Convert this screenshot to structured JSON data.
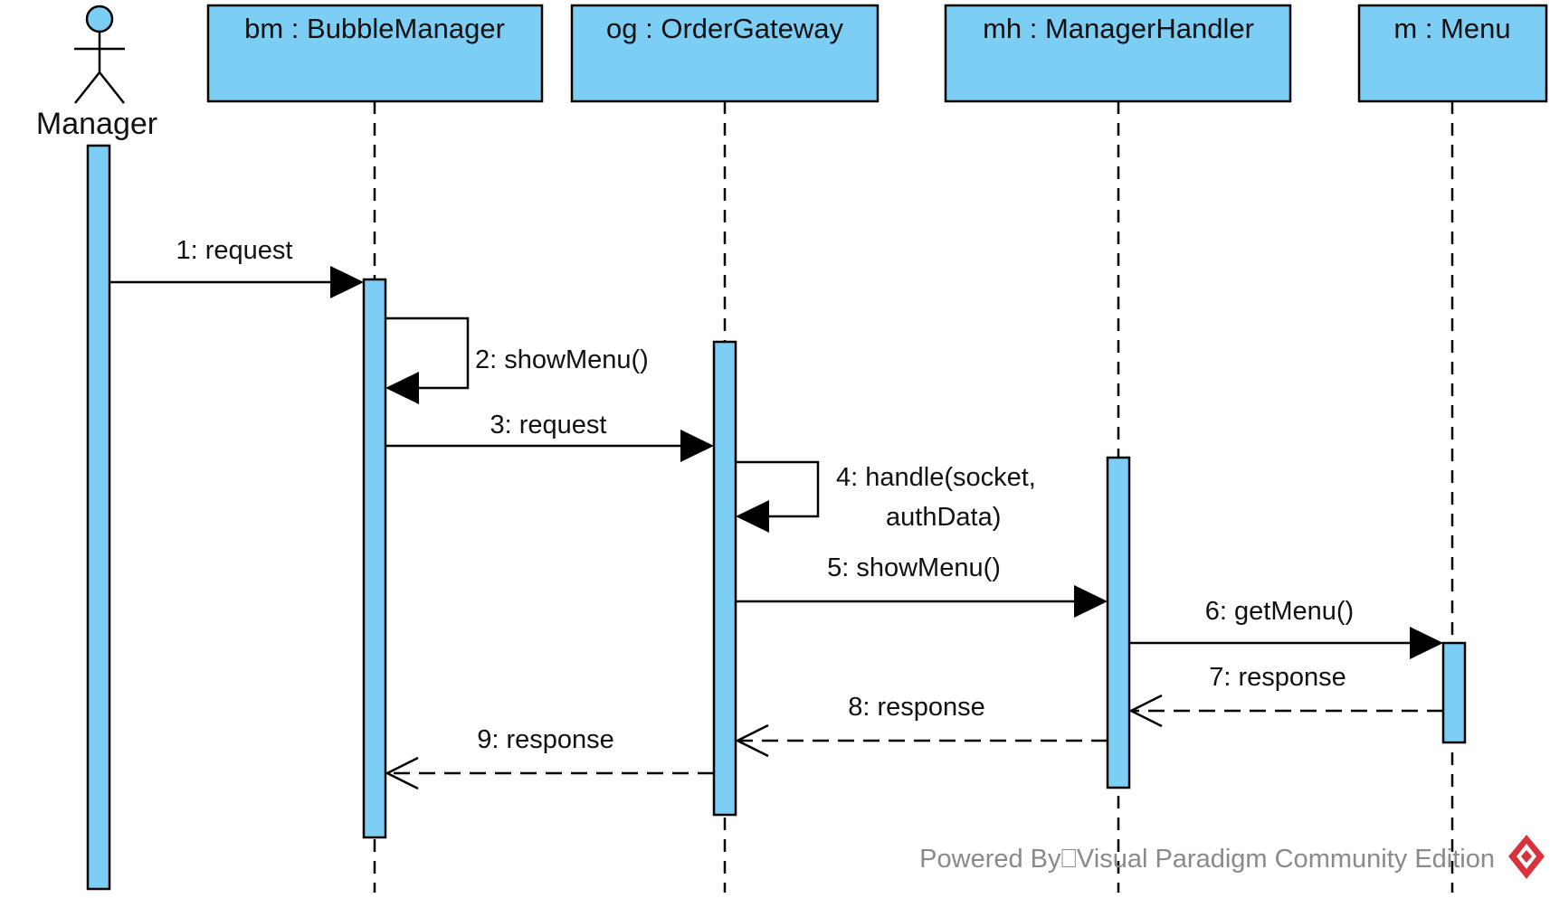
{
  "diagram": {
    "actor": {
      "label": "Manager",
      "fill": "#7dcef4"
    },
    "lifelines": [
      {
        "id": "bm",
        "label": "bm : BubbleManager"
      },
      {
        "id": "og",
        "label": "og : OrderGateway"
      },
      {
        "id": "mh",
        "label": "mh : ManagerHandler"
      },
      {
        "id": "m",
        "label": "m : Menu"
      }
    ],
    "messages": [
      {
        "id": "m1",
        "label": "1: request",
        "kind": "sync"
      },
      {
        "id": "m2",
        "label": "2: showMenu()",
        "kind": "self"
      },
      {
        "id": "m3",
        "label": "3: request",
        "kind": "sync"
      },
      {
        "id": "m4",
        "label_line1": "4: handle(socket,",
        "label_line2": "authData)",
        "kind": "self"
      },
      {
        "id": "m5",
        "label": "5: showMenu()",
        "kind": "sync"
      },
      {
        "id": "m6",
        "label": "6: getMenu()",
        "kind": "sync"
      },
      {
        "id": "m7",
        "label": "7: response",
        "kind": "return"
      },
      {
        "id": "m8",
        "label": "8: response",
        "kind": "return"
      },
      {
        "id": "m9",
        "label": "9: response",
        "kind": "return"
      }
    ],
    "colors": {
      "box_fill": "#7dcef4",
      "stroke": "#000000"
    }
  },
  "watermark": {
    "text": "Powered By⎕Visual Paradigm Community Edition"
  }
}
